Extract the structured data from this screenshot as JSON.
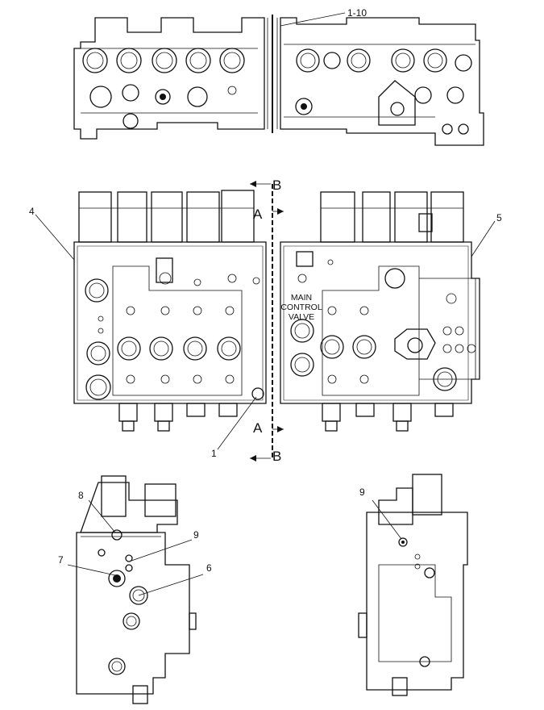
{
  "callouts": {
    "c1_10": "1-10",
    "c4": "4",
    "c5": "5",
    "c1": "1",
    "c8": "8",
    "c9_left": "9",
    "c7": "7",
    "c6": "6",
    "c9_right": "9"
  },
  "section_marks": {
    "top_letter_b": "B",
    "top_letter_a": "A",
    "bottom_letter_a": "A",
    "bottom_letter_b": "B"
  },
  "body_label": {
    "line1": "MAIN",
    "line2": "CONTROL",
    "line3": "VALVE"
  }
}
